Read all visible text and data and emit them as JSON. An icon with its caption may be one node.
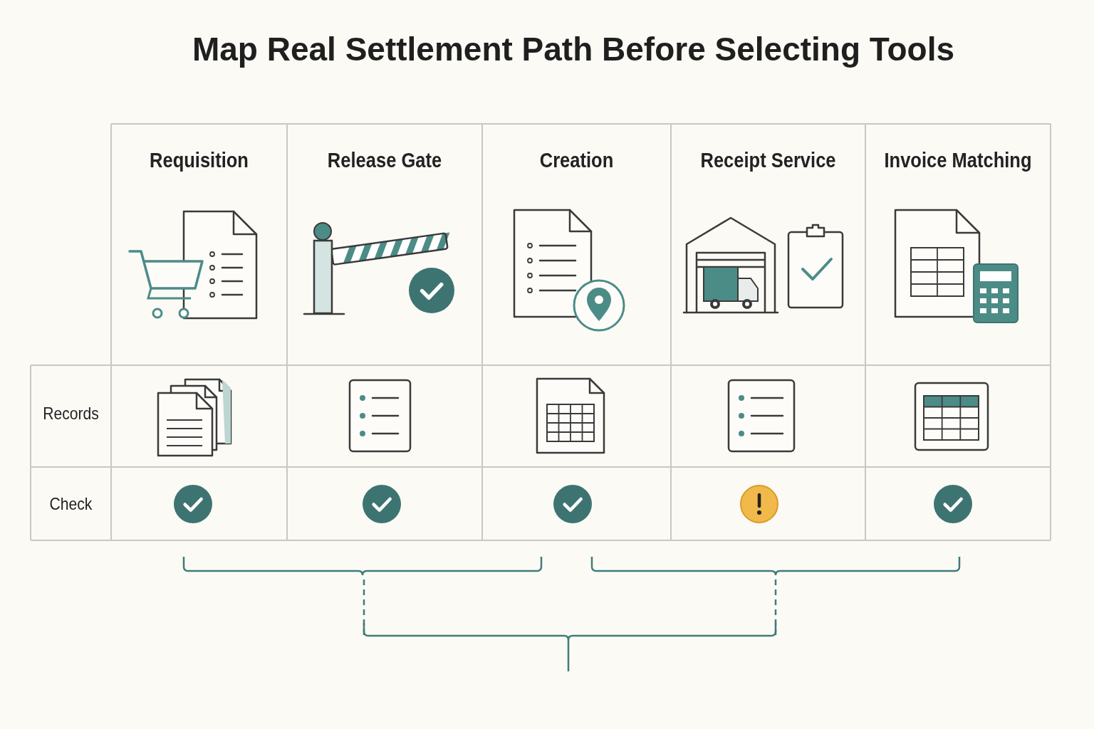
{
  "diagram": {
    "title": "Map Real Settlement Path Before Selecting Tools",
    "labels": [
      "Requisition",
      "Release Gate",
      "Creation",
      "Receipt Service",
      "Invoice Matching",
      "Records",
      "Check"
    ]
  }
}
